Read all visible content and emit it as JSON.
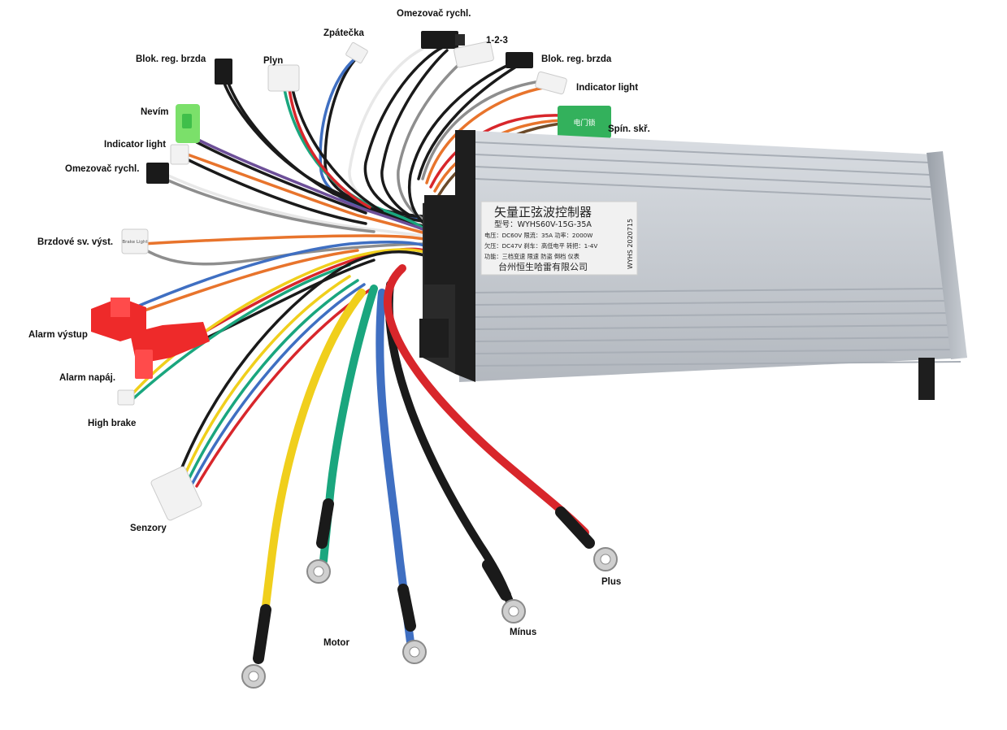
{
  "colors": {
    "black": "#1a1a1a",
    "red": "#d8262b",
    "yellow": "#f0cf1c",
    "green": "#1aa67e",
    "blue": "#3f6fc2",
    "orange": "#e8742c",
    "white": "#e8e8e8",
    "gray": "#8e8e8e",
    "purple": "#6d4f98",
    "brown": "#6b4a2a",
    "label": "#111111"
  },
  "labels": {
    "omezovac_top": "Omezovač rychl.",
    "zpatecka": "Zpátečka",
    "one_two_three": "1-2-3",
    "blok_left": "Blok. reg. brzda",
    "plyn": "Plyn",
    "blok_right": "Blok. reg. brzda",
    "indicator_right": "Indicator light",
    "nevim": "Nevím",
    "spin_skr": "Spín. skř.",
    "indicator_left": "Indicator light",
    "omezovac_left": "Omezovač rychl.",
    "brzdove": "Brzdové sv. výst.",
    "alarm_vystup": "Alarm výstup",
    "alarm_napaj": "Alarm napáj.",
    "high_brake": "High brake",
    "senzory": "Senzory",
    "plus": "Plus",
    "minus": "Mínus",
    "motor": "Motor"
  },
  "controller": {
    "title": "矢量正弦波控制器",
    "model": "型号：WYHS60V-15G-35A",
    "spec1": "电压：DC60V  限流：35A  功率：2000W",
    "spec2": "欠压：DC47V  刹车：高低电平  转把：1-4V",
    "spec3": "功能：三档变速  限速  防盗  倒档  仪表",
    "maker": "台州恒生哈雷有限公司",
    "serial": "WYHS 2020715"
  },
  "tags": {
    "brake_light": "Brake Light",
    "switch": "电门锁"
  }
}
